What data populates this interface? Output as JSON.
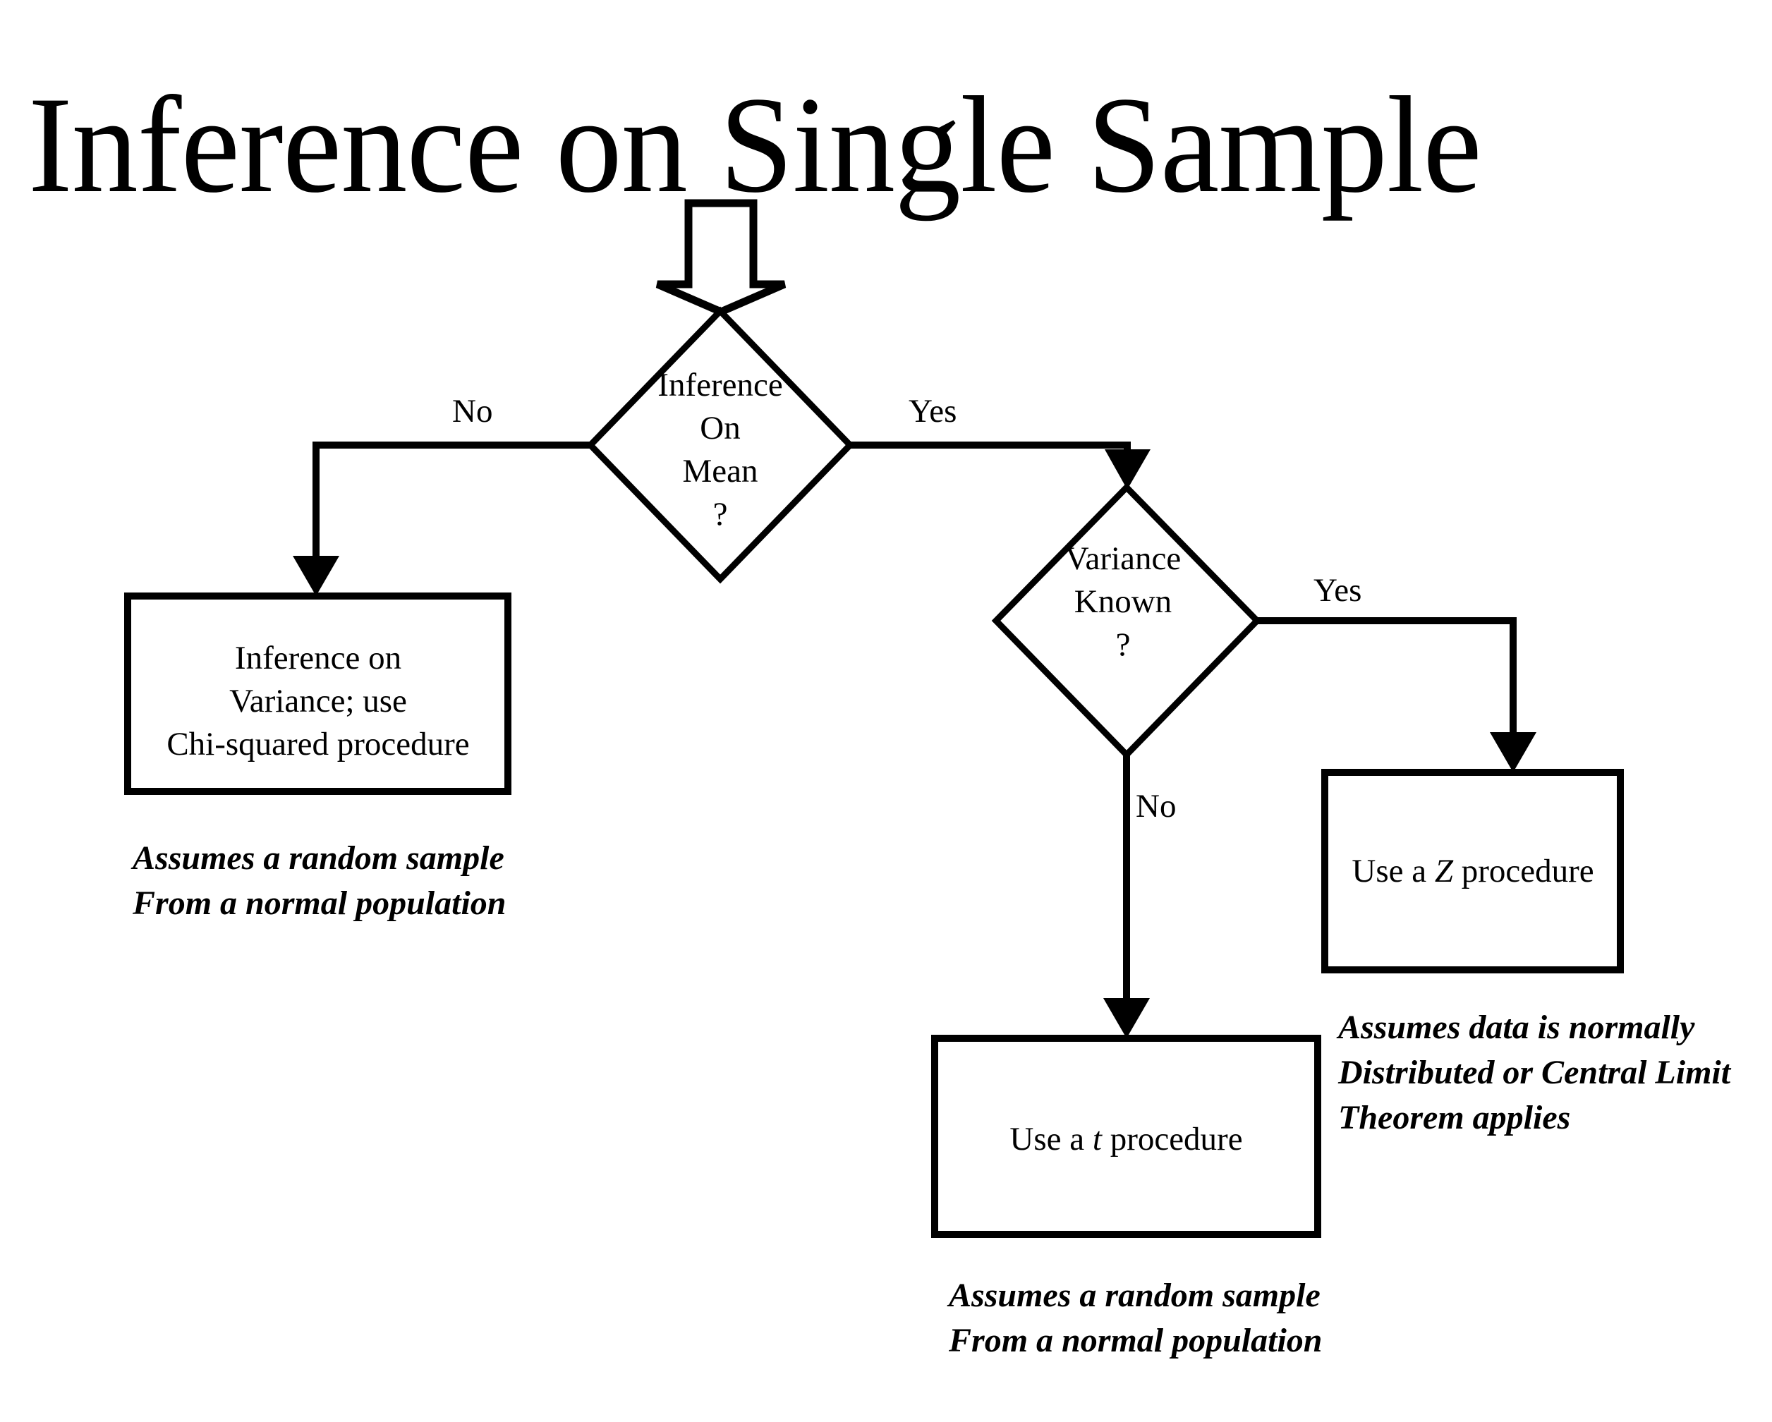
{
  "title": "Inference on Single Sample",
  "colors": {
    "stroke": "#000000",
    "background": "#ffffff",
    "text": "#000000"
  },
  "diagram": {
    "type": "flowchart",
    "start_arrow": "down-block-arrow",
    "nodes": [
      {
        "id": "decision-inference-on-mean",
        "shape": "diamond",
        "text": "Inference\nOn\nMean\n?"
      },
      {
        "id": "decision-variance-known",
        "shape": "diamond",
        "text": "Variance\nKnown\n?"
      },
      {
        "id": "process-inference-variance",
        "shape": "rectangle",
        "text": "Inference on\nVariance; use\nChi-squared procedure"
      },
      {
        "id": "process-z",
        "shape": "rectangle",
        "text_parts": [
          "Use a ",
          "Z",
          " procedure"
        ],
        "text": "Use a Z procedure"
      },
      {
        "id": "process-t",
        "shape": "rectangle",
        "text_parts": [
          "Use a ",
          "t",
          " procedure"
        ],
        "text": "Use a t procedure"
      }
    ],
    "edges": [
      {
        "id": "edge-mean-no",
        "label": "No",
        "from": "decision-inference-on-mean",
        "to": "process-inference-variance"
      },
      {
        "id": "edge-mean-yes",
        "label": "Yes",
        "from": "decision-inference-on-mean",
        "to": "decision-variance-known"
      },
      {
        "id": "edge-variance-yes",
        "label": "Yes",
        "from": "decision-variance-known",
        "to": "process-z"
      },
      {
        "id": "edge-variance-no",
        "label": "No",
        "from": "decision-variance-known",
        "to": "process-t"
      }
    ],
    "captions": [
      {
        "id": "caption-chi-squared",
        "attached_to": "process-inference-variance",
        "text": "Assumes a random sample\nFrom a normal population"
      },
      {
        "id": "caption-z",
        "attached_to": "process-z",
        "text": "Assumes data is normally\nDistributed or Central Limit\nTheorem applies"
      },
      {
        "id": "caption-t",
        "attached_to": "process-t",
        "text": "Assumes a random sample\nFrom a normal population"
      }
    ]
  }
}
